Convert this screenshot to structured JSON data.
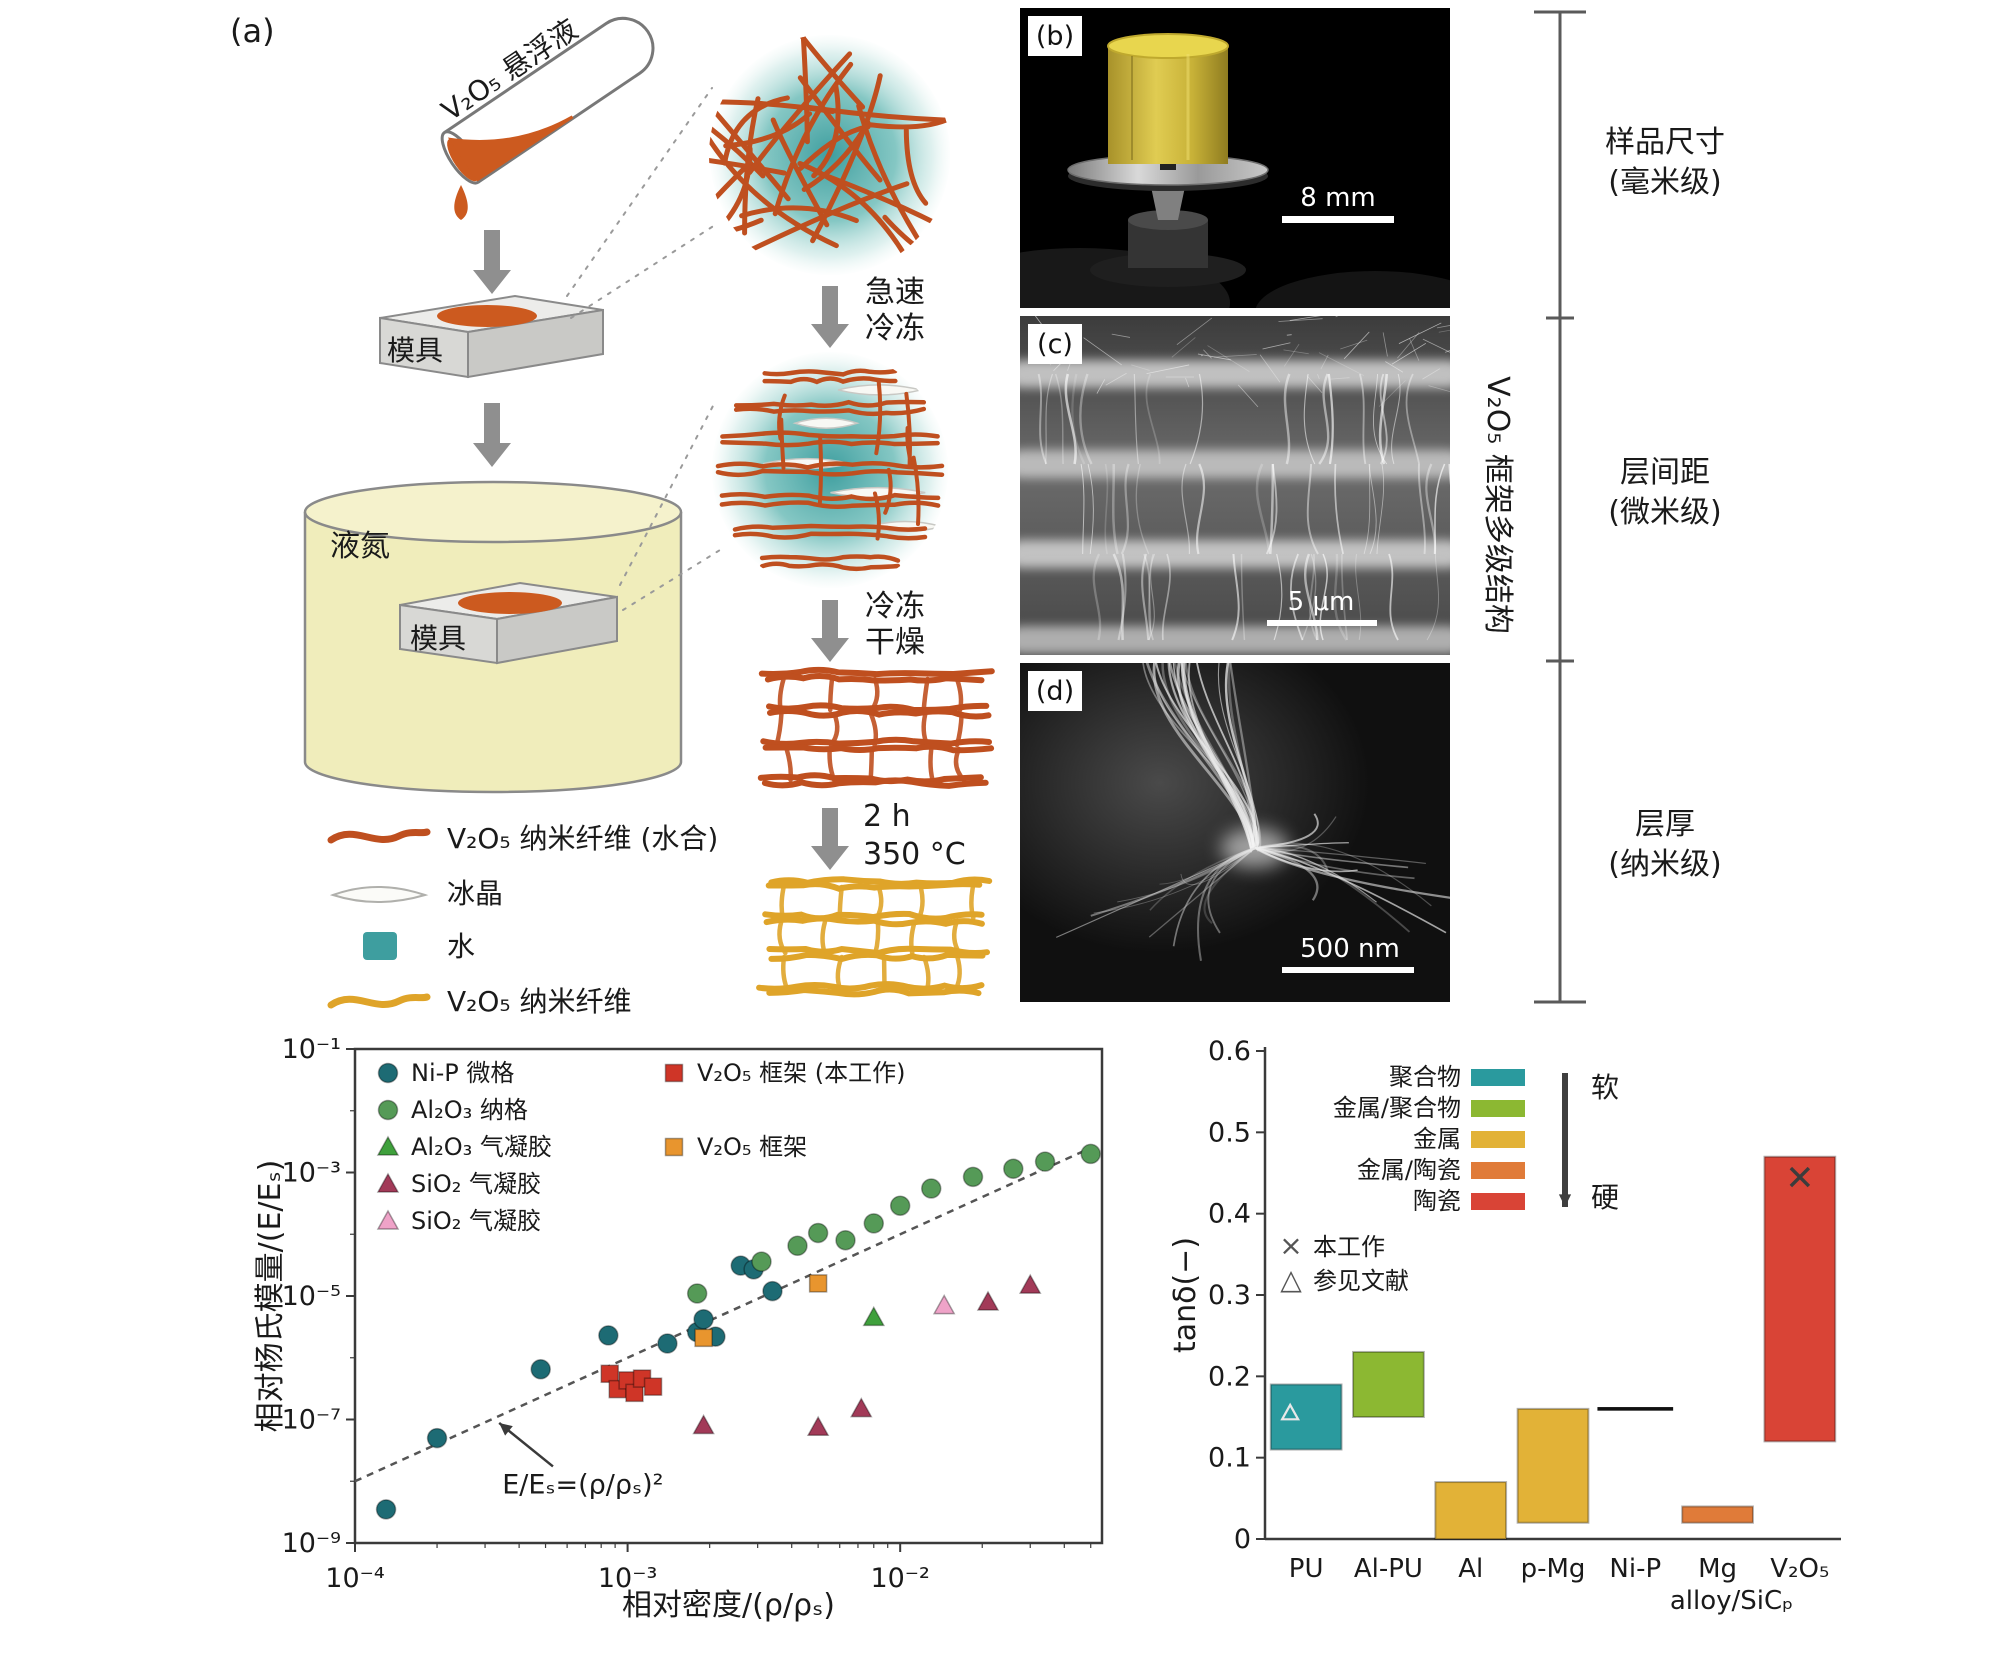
{
  "panel_a": {
    "tag": "(a)",
    "suspension_label": "V₂O₅ 悬浮液",
    "mold1_label": "模具",
    "mold2_label": "模具",
    "liquid_nitrogen_label": "液氮",
    "arrow_steps": {
      "freeze_l1": "急速",
      "freeze_l2": "冷冻",
      "dry_l1": "冷冻",
      "dry_l2": "干燥",
      "anneal_l1": "2 h",
      "anneal_l2": "350 °C"
    },
    "legend": [
      {
        "swatch": "fiber-hydrated",
        "label": "V₂O₅ 纳米纤维 (水合)"
      },
      {
        "swatch": "ice-crystal",
        "label": "冰晶"
      },
      {
        "swatch": "water",
        "label": "水"
      },
      {
        "swatch": "fiber-annealed",
        "label": "V₂O₅ 纳米纤维"
      }
    ]
  },
  "panel_b": {
    "tag": "(b)",
    "scalebar_label": "8 mm"
  },
  "panel_c": {
    "tag": "(c)",
    "scalebar_label": "5 μm"
  },
  "panel_d": {
    "tag": "(d)",
    "scalebar_label": "500 nm"
  },
  "hierarchy": {
    "axis_title": "V₂O₅ 框架多级结构",
    "levels": [
      {
        "line1": "样品尺寸",
        "line2": "(毫米级)"
      },
      {
        "line1": "层间距",
        "line2": "(微米级)"
      },
      {
        "line1": "层厚",
        "line2": "(纳米级)"
      }
    ]
  },
  "colors": {
    "fiber_hydrated": "#bf4f1f",
    "fiber_annealed": "#dfa429",
    "water_teal": "#3e9e9f",
    "suspension_orange": "#cc5a1f",
    "arrow_gray": "#8f8f8f"
  },
  "chart_data": [
    {
      "type": "scatter",
      "xlabel": "相对密度/(ρ/ρₛ)",
      "ylabel": "相对杨氏模量/(E/Eₛ)",
      "xscale": "log",
      "yscale": "log",
      "xlim": [
        0.0001,
        0.055
      ],
      "ylim": [
        1e-09,
        0.1
      ],
      "grid": false,
      "x_ticks": [
        {
          "v": 0.0001,
          "label": "10⁻⁴"
        },
        {
          "v": 0.001,
          "label": "10⁻³"
        },
        {
          "v": 0.01,
          "label": "10⁻²"
        }
      ],
      "y_ticks": [
        {
          "v": 1e-09,
          "label": "10⁻⁹"
        },
        {
          "v": 1e-07,
          "label": "10⁻⁷"
        },
        {
          "v": 1e-05,
          "label": "10⁻⁵"
        },
        {
          "v": 0.001,
          "label": "10⁻³"
        },
        {
          "v": 0.1,
          "label": "10⁻¹"
        }
      ],
      "trendline": {
        "label": "E/Eₛ=(ρ/ρₛ)²",
        "from": [
          0.0001,
          1e-08
        ],
        "to": [
          0.05,
          0.0025
        ]
      },
      "series": [
        {
          "name": "Ni-P 微格",
          "marker": "circle",
          "color": "#1d6b74",
          "legend_col": 1,
          "legend_row": 0,
          "points": [
            [
              0.00013,
              3.5e-09
            ],
            [
              0.0002,
              5e-08
            ],
            [
              0.00048,
              6.5e-07
            ],
            [
              0.00085,
              2.3e-06
            ],
            [
              0.0014,
              1.7e-06
            ],
            [
              0.0018,
              2.6e-06
            ],
            [
              0.0019,
              4.2e-06
            ],
            [
              0.0021,
              2.2e-06
            ],
            [
              0.0026,
              3.1e-05
            ],
            [
              0.0029,
              2.7e-05
            ],
            [
              0.0034,
              1.2e-05
            ]
          ]
        },
        {
          "name": "Al₂O₃ 纳格",
          "marker": "circle",
          "color": "#559a57",
          "legend_col": 1,
          "legend_row": 1,
          "points": [
            [
              0.0018,
              1.1e-05
            ],
            [
              0.0031,
              3.6e-05
            ],
            [
              0.0042,
              6.5e-05
            ],
            [
              0.005,
              0.000105
            ],
            [
              0.0063,
              8e-05
            ],
            [
              0.008,
              0.00015
            ],
            [
              0.01,
              0.00029
            ],
            [
              0.013,
              0.00055
            ],
            [
              0.0185,
              0.00085
            ],
            [
              0.026,
              0.00115
            ],
            [
              0.034,
              0.0015
            ],
            [
              0.05,
              0.002
            ]
          ]
        },
        {
          "name": "Al₂O₃ 气凝胶",
          "marker": "triangle",
          "color": "#3fa03c",
          "legend_col": 1,
          "legend_row": 2,
          "points": [
            [
              0.008,
              4.5e-06
            ]
          ]
        },
        {
          "name": "SiO₂ 气凝胶",
          "marker": "triangle",
          "color": "#a23a58",
          "legend_col": 1,
          "legend_row": 3,
          "points": [
            [
              0.0019,
              8e-08
            ],
            [
              0.005,
              7.5e-08
            ],
            [
              0.0072,
              1.5e-07
            ],
            [
              0.021,
              8e-06
            ],
            [
              0.03,
              1.5e-05
            ]
          ]
        },
        {
          "name": "SiO₂ 气凝胶",
          "marker": "triangle",
          "color": "#efa3c8",
          "legend_col": 1,
          "legend_row": 4,
          "points": [
            [
              0.0145,
              7e-06
            ]
          ]
        },
        {
          "name": "V₂O₅ 框架 (本工作)",
          "marker": "square",
          "color": "#cf3527",
          "legend_col": 2,
          "legend_row": 0,
          "points": [
            [
              0.00086,
              5.5e-07
            ],
            [
              0.00092,
              3.1e-07
            ],
            [
              0.001,
              4.3e-07
            ],
            [
              0.00106,
              2.7e-07
            ],
            [
              0.00113,
              4.6e-07
            ],
            [
              0.00124,
              3.4e-07
            ]
          ]
        },
        {
          "name": "V₂O₅ 框架",
          "marker": "square",
          "color": "#e8952e",
          "legend_col": 2,
          "legend_row": 2,
          "points": [
            [
              0.0019,
              2.1e-06
            ],
            [
              0.005,
              1.6e-05
            ]
          ]
        }
      ]
    },
    {
      "type": "bar",
      "ylabel": "tanδ(−)",
      "ylim": [
        0,
        0.6
      ],
      "y_ticks": [
        0,
        0.1,
        0.2,
        0.3,
        0.4,
        0.5,
        0.6
      ],
      "categories": [
        {
          "label": "PU",
          "low": 0.11,
          "high": 0.19,
          "color": "#2a9a9e",
          "marker": "triangle",
          "marker_value": 0.155
        },
        {
          "label": "Al-PU",
          "low": 0.15,
          "high": 0.23,
          "color": "#8cb832"
        },
        {
          "label": "Al",
          "low": 0,
          "high": 0.07,
          "color": "#e2b237"
        },
        {
          "label": "p-Mg",
          "low": 0.02,
          "high": 0.16,
          "color": "#e2b237"
        },
        {
          "label": "Ni-P",
          "low": 0.16,
          "high": 0.16,
          "color": "#111111",
          "style": "line"
        },
        {
          "label": "Mg",
          "label2": "alloy/SiCₚ",
          "low": 0.02,
          "high": 0.04,
          "color": "#e07b39"
        },
        {
          "label": "V₂O₅",
          "low": 0.12,
          "high": 0.47,
          "color": "#d94436",
          "marker": "x",
          "marker_value": 0.445
        }
      ],
      "legend_materials": [
        {
          "label": "聚合物",
          "color": "#2a9a9e"
        },
        {
          "label": "金属/聚合物",
          "color": "#8cb832"
        },
        {
          "label": "金属",
          "color": "#e2b237"
        },
        {
          "label": "金属/陶瓷",
          "color": "#e07b39"
        },
        {
          "label": "陶瓷",
          "color": "#d94436"
        }
      ],
      "legend_soft": "软",
      "legend_hard": "硬",
      "legend_markers": [
        {
          "symbol": "×",
          "label": "本工作"
        },
        {
          "symbol": "△",
          "label": "参见文献"
        }
      ]
    }
  ]
}
